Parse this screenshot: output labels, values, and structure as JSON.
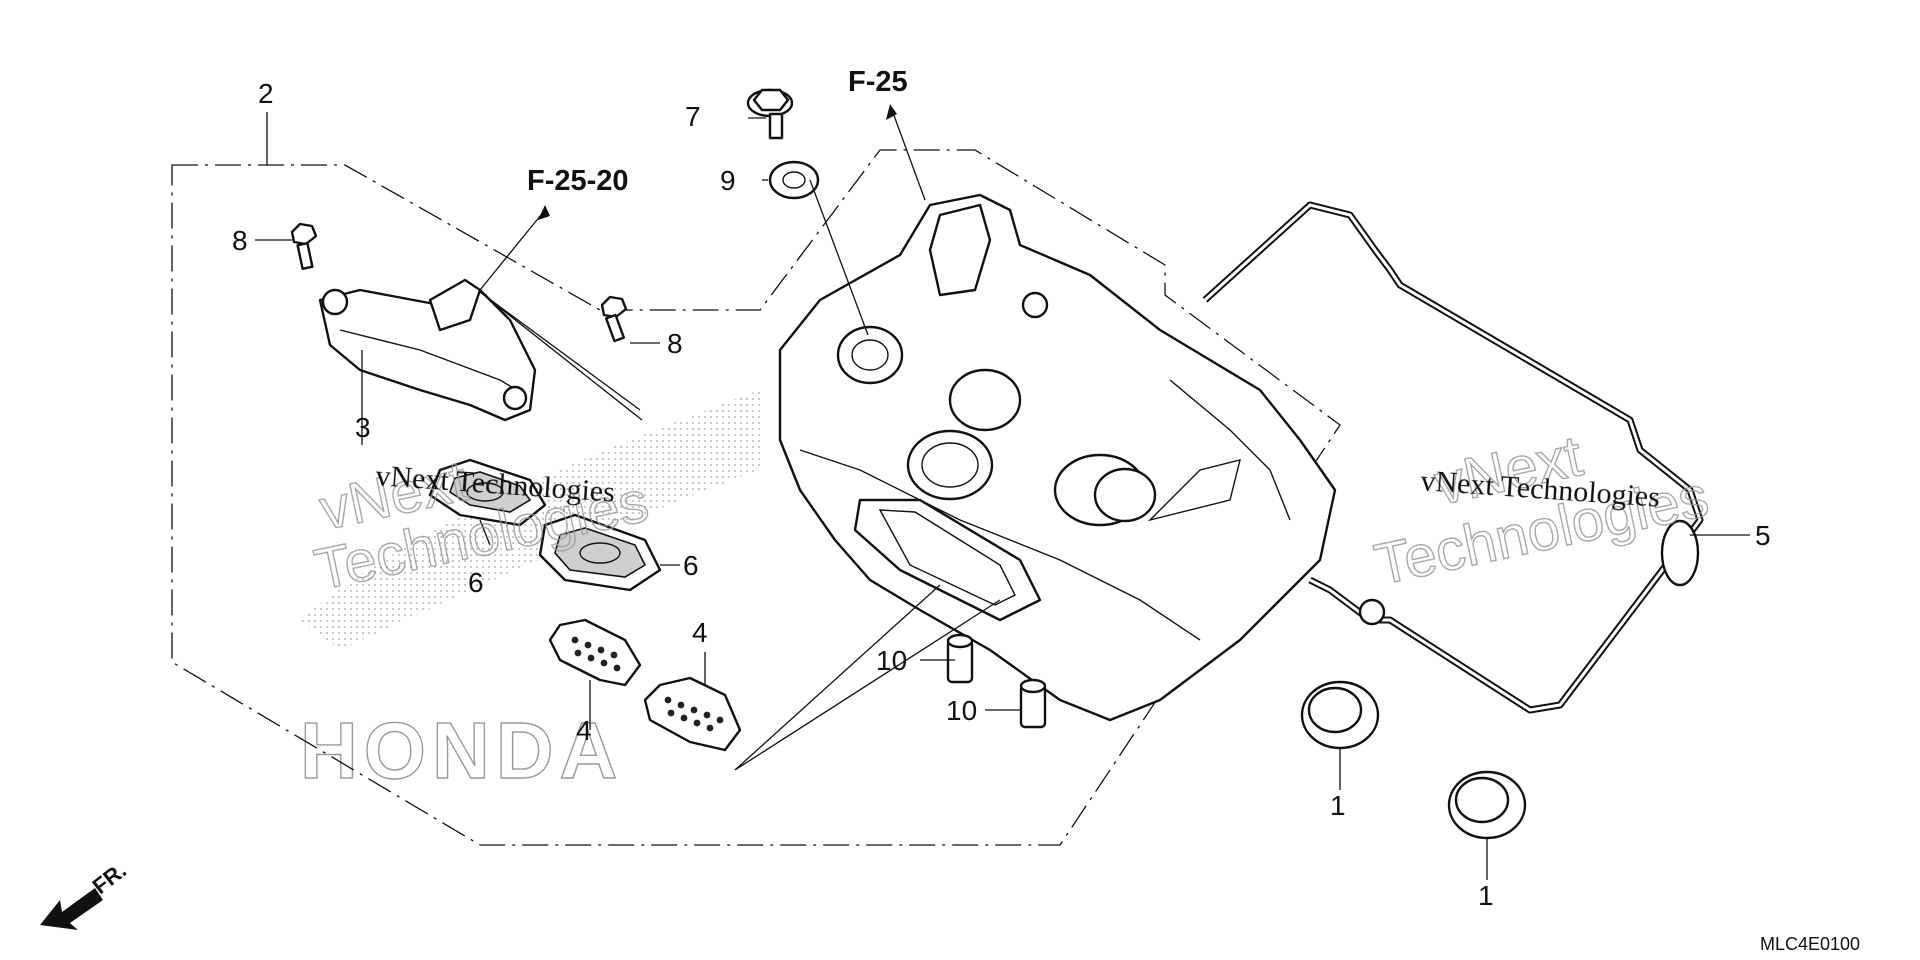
{
  "diagram": {
    "ref_labels": {
      "f25": "F-25",
      "f2520": "F-25-20"
    },
    "callouts": {
      "c1a": "1",
      "c1b": "1",
      "c2": "2",
      "c3": "3",
      "c4a": "4",
      "c4b": "4",
      "c5": "5",
      "c6a": "6",
      "c6b": "6",
      "c7": "7",
      "c8a": "8",
      "c8b": "8",
      "c9": "9",
      "c10a": "10",
      "c10b": "10"
    },
    "front_marker": "FR.",
    "diagram_code": "MLC4E0100",
    "watermarks": {
      "line1": "vNext Technologies",
      "line2": "vNext Technologies",
      "big1": "vNext",
      "big2": "Technologies",
      "big3": "vNext",
      "big4": "Technologies",
      "brand": "HONDA"
    }
  }
}
